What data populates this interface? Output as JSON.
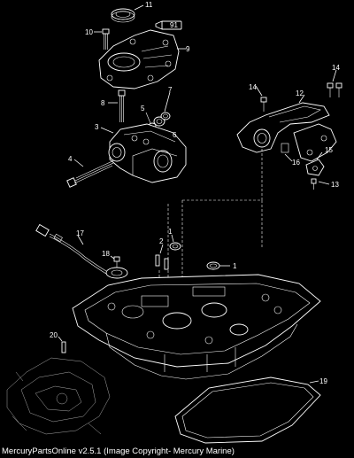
{
  "callouts": {
    "c1a": "1",
    "c1b": "1",
    "c2": "2",
    "c3": "3",
    "c4": "4",
    "c5": "5",
    "c6": "6",
    "c7": "7",
    "c8": "8",
    "c9": "9",
    "c10": "10",
    "c11": "11",
    "c12": "12",
    "c13": "13",
    "c14a": "14",
    "c14b": "14",
    "c15": "15",
    "c16": "16",
    "c17": "17",
    "c18": "18",
    "c19": "19",
    "c20": "20"
  },
  "sealant_tag": "91",
  "footer": "MercuryPartsOnline v2.5.1 (Image Copyright- Mercury Marine)"
}
